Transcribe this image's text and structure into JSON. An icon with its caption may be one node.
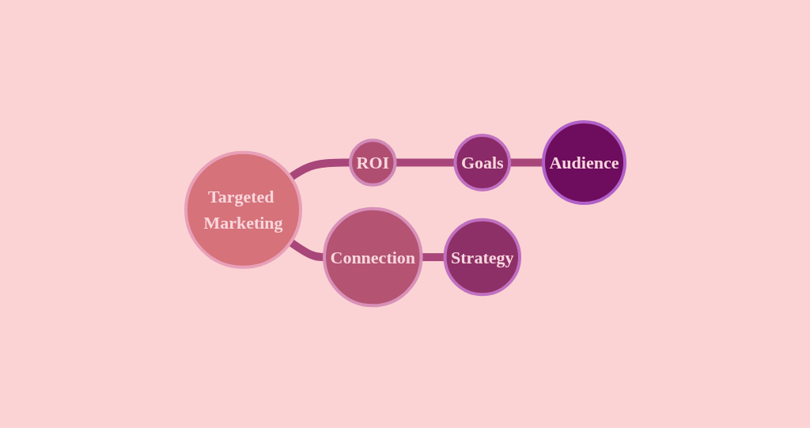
{
  "diagram": {
    "nodes": [
      {
        "text": [
          "Targeted Marketing"
        ]
      },
      {
        "text": [
          "ROI"
        ]
      },
      {
        "text": [
          "Goals"
        ]
      },
      {
        "text": [
          "Audience"
        ]
      },
      {
        "text": [
          "Connection"
        ]
      },
      {
        "text": [
          "Strategy"
        ]
      }
    ],
    "edges": [
      {
        "from": 0,
        "to": 1,
        "arrow": "none"
      },
      {
        "from": 1,
        "to": 2,
        "arrow": "none"
      },
      {
        "from": 2,
        "to": 3,
        "arrow": "none"
      },
      {
        "from": 0,
        "to": 4,
        "arrow": "none"
      },
      {
        "from": 4,
        "to": 5,
        "arrow": "none"
      }
    ]
  }
}
